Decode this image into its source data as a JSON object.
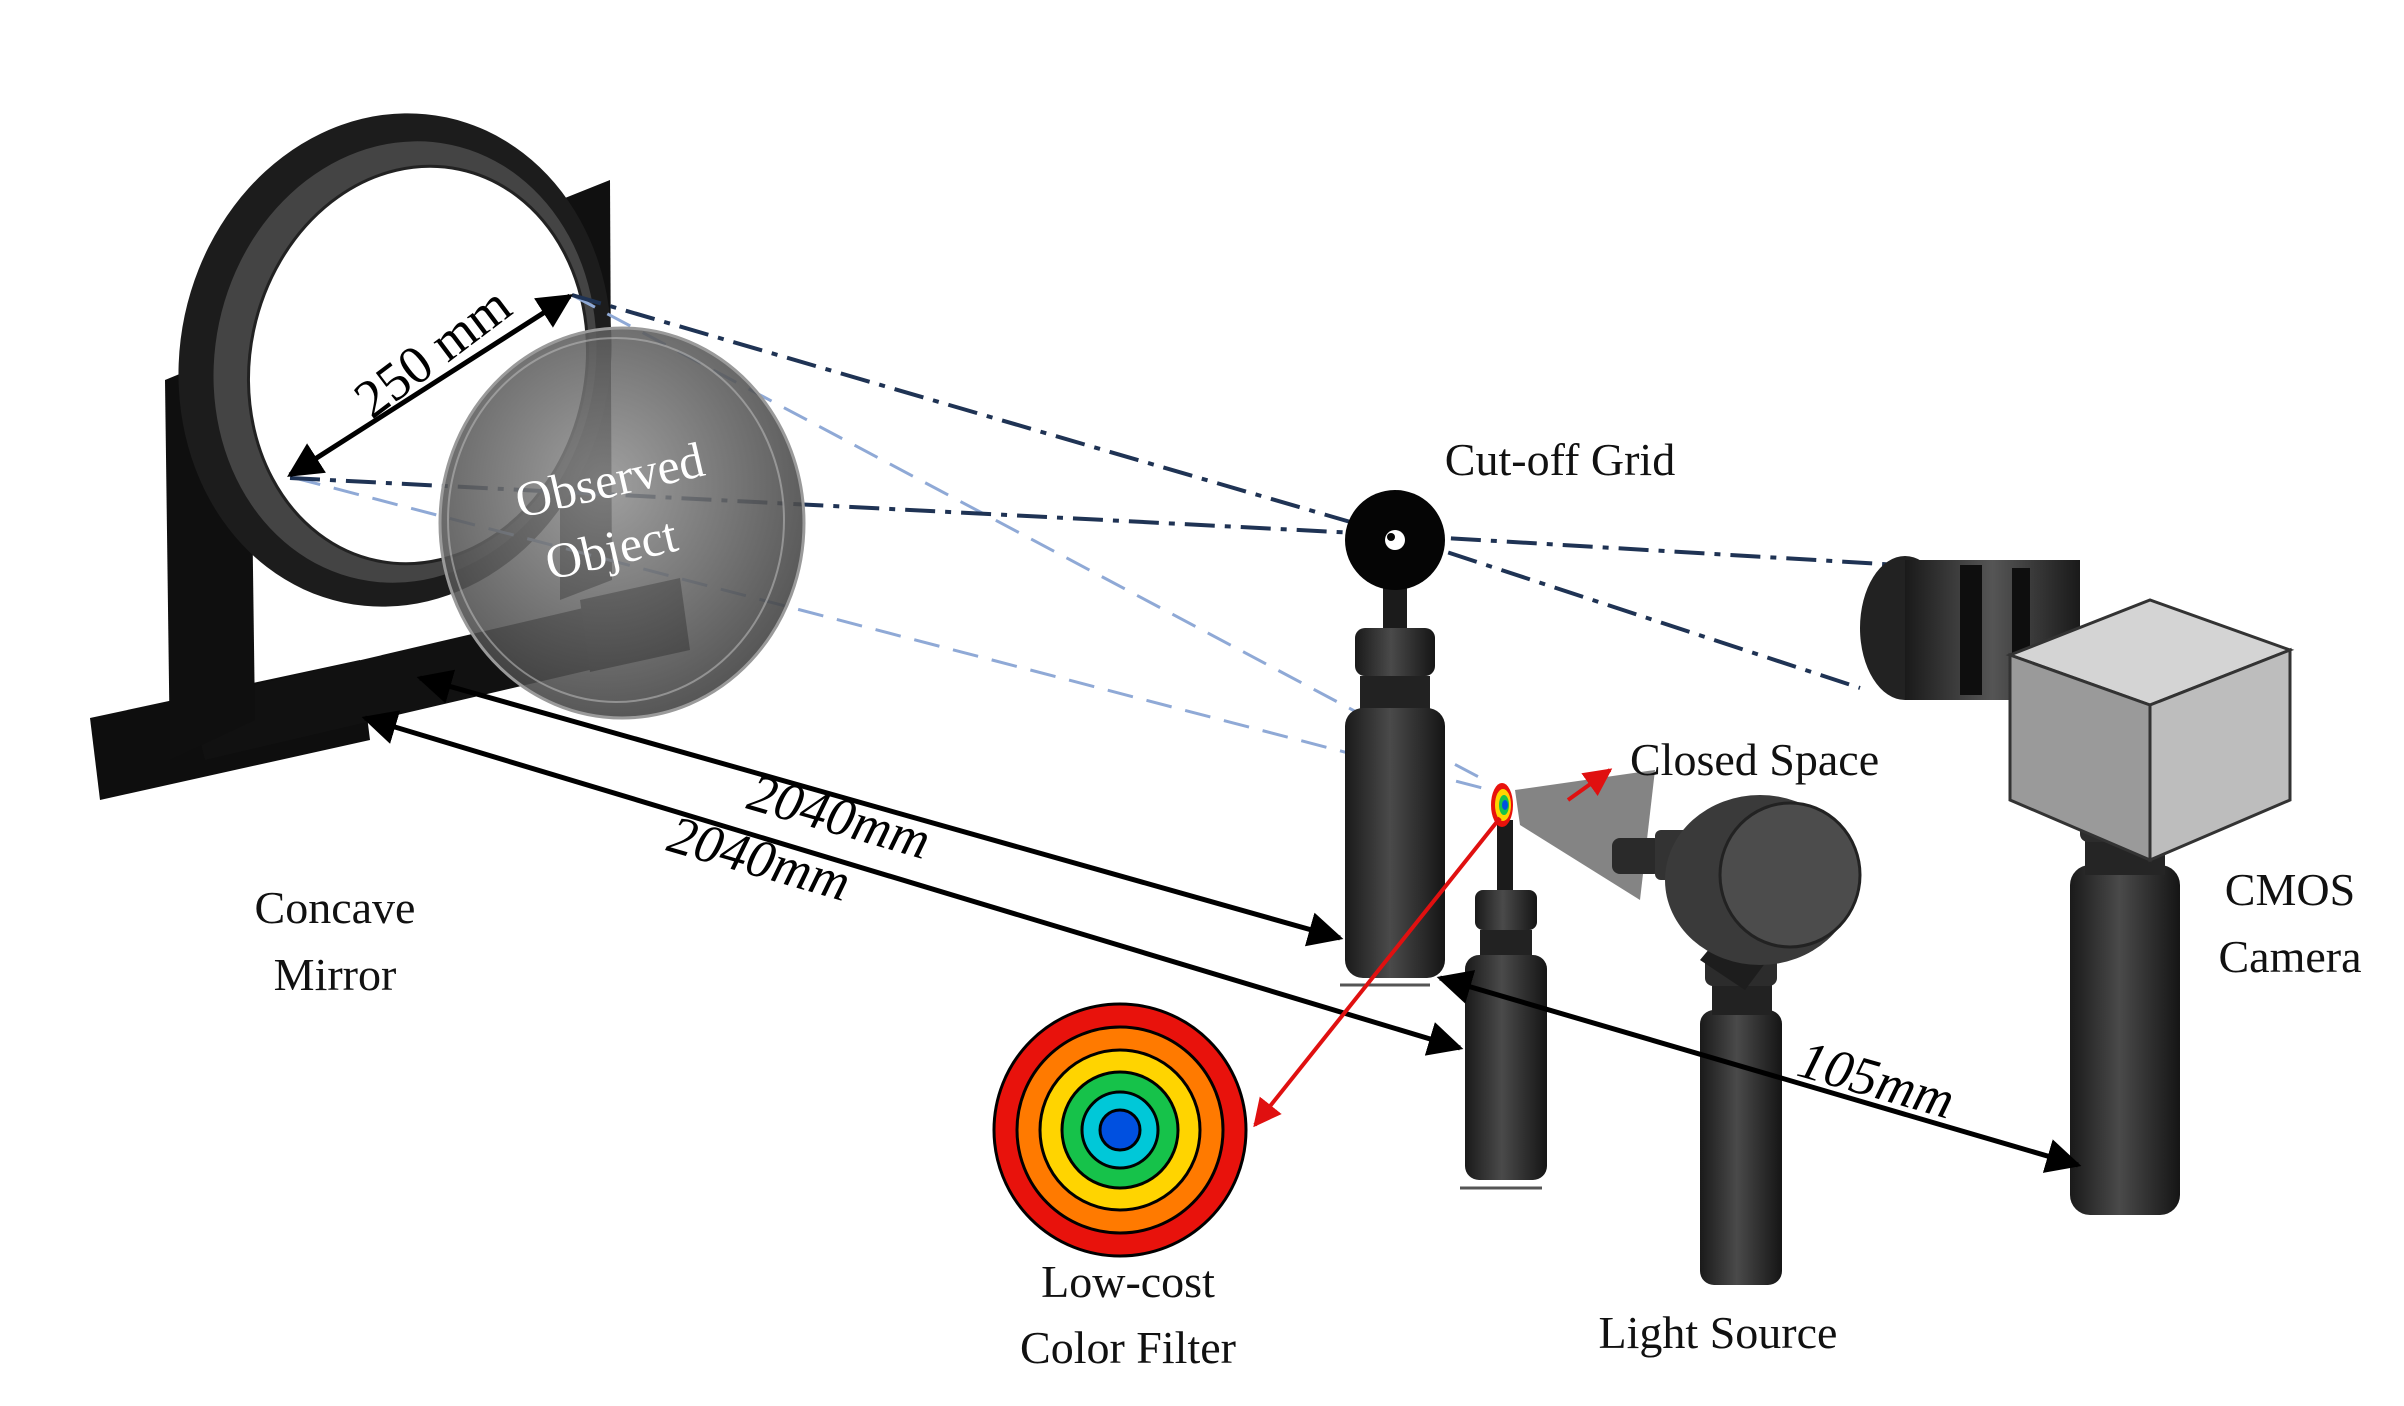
{
  "labels": {
    "concave_mirror": [
      "Concave",
      "Mirror"
    ],
    "observed_object": [
      "Observed",
      "Object"
    ],
    "cutoff_grid": "Cut-off Grid",
    "closed_space": "Closed Space",
    "cmos_camera": [
      "CMOS",
      "Camera"
    ],
    "light_source": "Light Source",
    "color_filter": [
      "Low-cost",
      "Color Filter"
    ]
  },
  "dimensions": {
    "mirror_diameter": "250 mm",
    "distance_upper": "2040mm",
    "distance_lower": "2040mm",
    "camera_distance": "105mm"
  },
  "colors": {
    "hardware": "#2b2b2b",
    "hardware_dark": "#111111",
    "dark_beam": "#1f3354",
    "light_beam": "#8fa9d6",
    "pointer": "#e01010",
    "filter_rings": [
      "#e8120c",
      "#ff7a00",
      "#ffd400",
      "#16c24a",
      "#00c8d8",
      "#0050e0"
    ]
  }
}
